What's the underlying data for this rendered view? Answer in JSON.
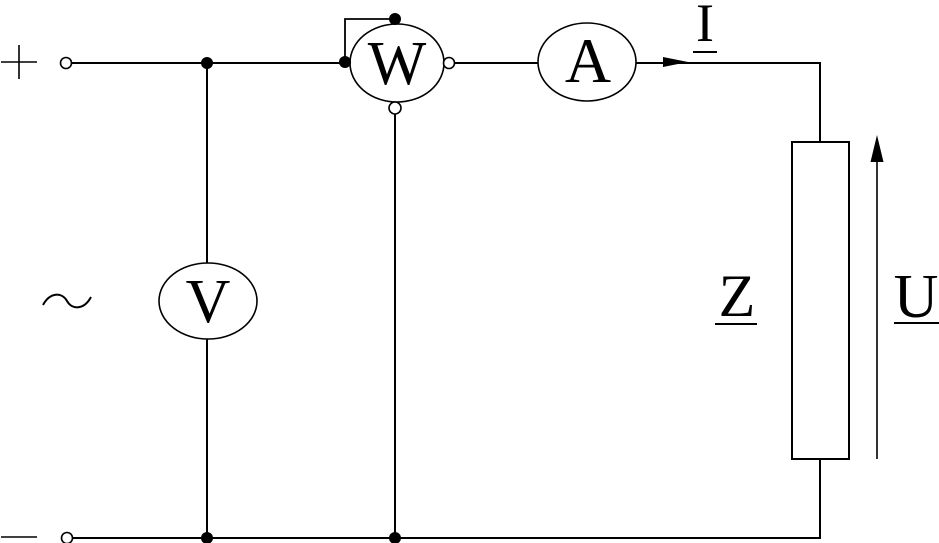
{
  "diagram_type": "circuit-schematic",
  "meters": {
    "wattmeter": "W",
    "ammeter": "A",
    "voltmeter": "V"
  },
  "labels": {
    "current": "I",
    "impedance": "Z",
    "voltage": "U"
  },
  "source": {
    "positive": "+",
    "ac_wave": "~",
    "negative": "−"
  },
  "icons": {
    "source-positive-icon": "+",
    "ac-source-icon": "∼",
    "source-negative-icon": "−",
    "current-arrow-icon": "→",
    "voltage-arrow-icon": "↑"
  },
  "colors": {
    "line": "#000000",
    "background": "#ffffff"
  }
}
